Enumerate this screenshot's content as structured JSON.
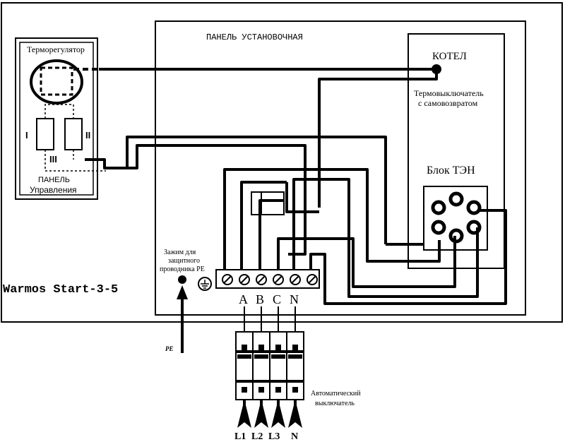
{
  "diagram": {
    "model": "Warmos Start-3-5",
    "panel_mount": "ПАНЕЛЬ УСТАНОВОЧНАЯ",
    "boiler": "КОТЕЛ",
    "thermal_switch_line1": "Термовыключатель",
    "thermal_switch_line2": "с самовозвратом",
    "heater_block": "Блок ТЭН",
    "thermostat": "Терморегулятор",
    "control_panel_line1": "ПАНЕЛЬ",
    "control_panel_line2": "Управления",
    "mode_1": "I",
    "mode_2": "II",
    "mode_3": "III",
    "pe_clamp_line1": "Зажим для",
    "pe_clamp_line2": "защитного",
    "pe_clamp_line3": "проводника PE",
    "pe_label": "PE",
    "terminals": [
      "A",
      "B",
      "C",
      "N"
    ],
    "breaker_line1": "Автоматический",
    "breaker_line2": "выключатель",
    "inputs": [
      "L1",
      "L2",
      "L3",
      "N"
    ]
  }
}
